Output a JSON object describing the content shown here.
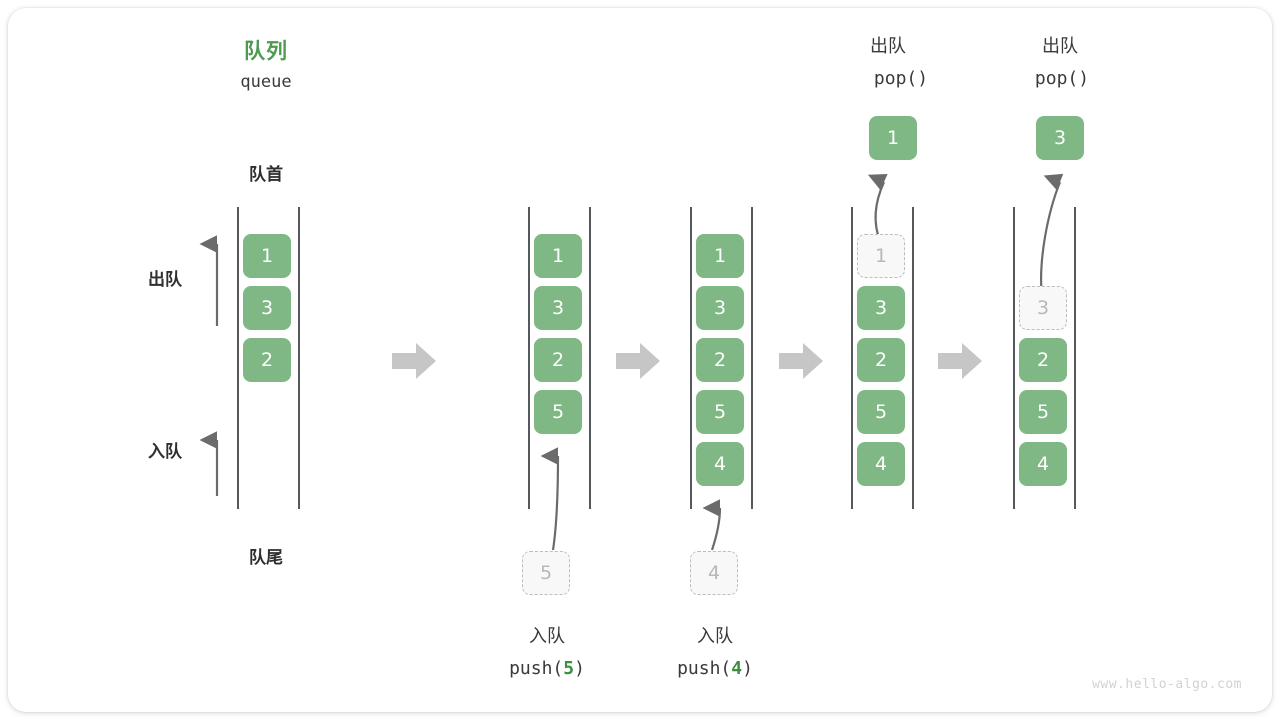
{
  "diagram": {
    "title_cn": "队列",
    "title_en": "queue",
    "front_label": "队首",
    "rear_label": "队尾",
    "dequeue_label": "出队",
    "enqueue_label": "入队",
    "watermark": "www.hello-algo.com",
    "colors": {
      "accent_green": "#7FB884",
      "title_green": "#4E9A51",
      "arg_green": "#3E8E41",
      "rail_gray": "#55585c",
      "arrow_gray": "#6b6b6b",
      "chevron_gray": "#C6C6C6",
      "ghost_fill": "#F8F8F8",
      "ghost_border": "#bdbdbd",
      "text_dark": "#2f2f2f"
    }
  },
  "steps": [
    {
      "id": "initial",
      "header_cn": "",
      "header_code": "",
      "cells": [
        "1",
        "3",
        "2"
      ],
      "ghost_index": -1
    },
    {
      "id": "push-5",
      "header_cn": "",
      "header_code": "",
      "cells": [
        "1",
        "3",
        "2",
        "5"
      ],
      "ghost_index": -1,
      "footer_cn": "入队",
      "footer_code_prefix": "push(",
      "footer_code_arg": "5",
      "footer_code_suffix": ")",
      "incoming_value": "5"
    },
    {
      "id": "push-4",
      "header_cn": "",
      "header_code": "",
      "cells": [
        "1",
        "3",
        "2",
        "5",
        "4"
      ],
      "ghost_index": -1,
      "footer_cn": "入队",
      "footer_code_prefix": "push(",
      "footer_code_arg": "4",
      "footer_code_suffix": ")",
      "incoming_value": "4"
    },
    {
      "id": "pop-1",
      "header_cn": "出队",
      "header_code": "pop()",
      "cells": [
        "1",
        "3",
        "2",
        "5",
        "4"
      ],
      "ghost_index": 0,
      "popped_value": "1"
    },
    {
      "id": "pop-3",
      "header_cn": "出队",
      "header_code": "pop()",
      "cells": [
        "3",
        "2",
        "5",
        "4"
      ],
      "ghost_index": 0,
      "popped_value": "3"
    }
  ]
}
